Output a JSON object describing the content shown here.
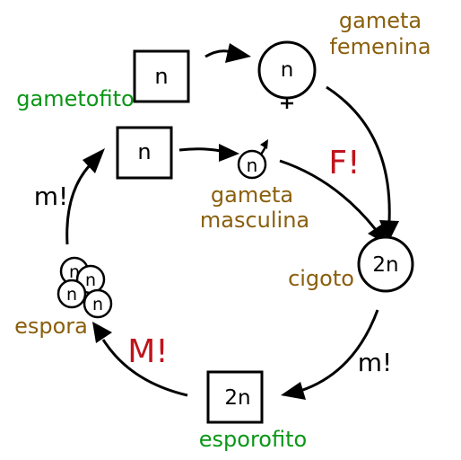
{
  "diagram": {
    "cell_labels": {
      "gametophyte_top": "n",
      "female_gamete": "n",
      "gametophyte_middle": "n",
      "male_gamete": "n",
      "zygote": "2n",
      "sporophyte": "2n",
      "spores": [
        "n",
        "n",
        "n",
        "n"
      ]
    },
    "stage_labels": {
      "female_gamete": [
        "gameta",
        "femenina"
      ],
      "male_gamete": [
        "gameta",
        "masculina"
      ],
      "gametophyte": "gametofito",
      "zygote": "cigoto",
      "spore": "espora",
      "sporophyte": "esporofito"
    },
    "process_labels": {
      "fertilization": "F!",
      "meiosis": "M!",
      "mitosis_left": "m!",
      "mitosis_right": "m!"
    },
    "colors": {
      "gamete_zygote_spore_text": "#8a5f0d",
      "gametophyte_sporophyte_text": "#0b9617",
      "process_red": "#c0141c",
      "mitosis_text": "#000000",
      "outline": "#000000"
    }
  }
}
